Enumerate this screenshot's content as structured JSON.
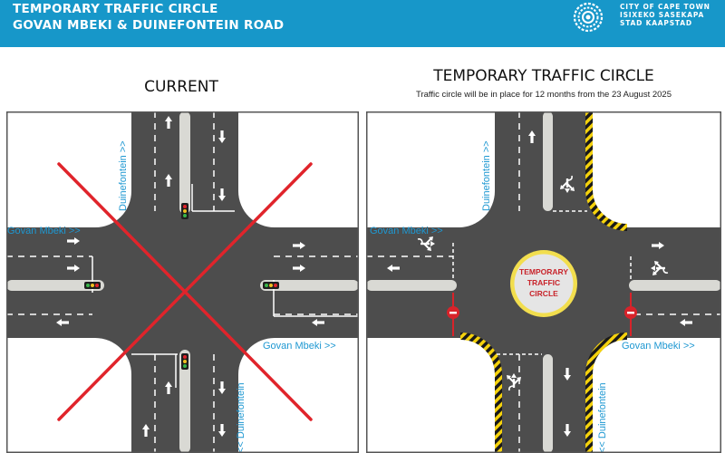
{
  "header": {
    "title_line1": "TEMPORARY TRAFFIC CIRCLE",
    "title_line2": "GOVAN MBEKI & DUINEFONTEIN ROAD",
    "org_line1": "CITY OF CAPE TOWN",
    "org_line2": "ISIXEKO SASEKAPA",
    "org_line3": "STAD KAAPSTAD",
    "logo_icon": "city-of-cape-town-logo-icon"
  },
  "left_panel": {
    "title": "CURRENT",
    "labels": {
      "duinefontein_top": "Duinefontein >>",
      "govan_left": "Govan Mbeki >>",
      "govan_right": "Govan Mbeki >>",
      "duinefontein_bottom": "<< Duinefontein"
    },
    "signals_icon": "traffic-light-icon",
    "cross_icon": "red-cross-icon"
  },
  "right_panel": {
    "title": "TEMPORARY TRAFFIC CIRCLE",
    "subtitle": "Traffic circle will be in place for 12 months from the 23 August 2025",
    "circle_line1": "TEMPORARY",
    "circle_line2": "TRAFFIC",
    "circle_line3": "CIRCLE",
    "labels": {
      "duinefontein_top": "Duinefontein >>",
      "govan_left": "Govan Mbeki >>",
      "govan_right": "Govan Mbeki >>",
      "duinefontein_bottom": "<< Duinefontein"
    }
  },
  "colors": {
    "header_bg": "#1797c9",
    "road": "#4d4d4d",
    "label_blue": "#1e98d2",
    "cross_red": "#e0242b",
    "hazard_yellow": "#f5d20c",
    "circle_yellow": "#f2de4e",
    "circle_text": "#c8242b"
  }
}
